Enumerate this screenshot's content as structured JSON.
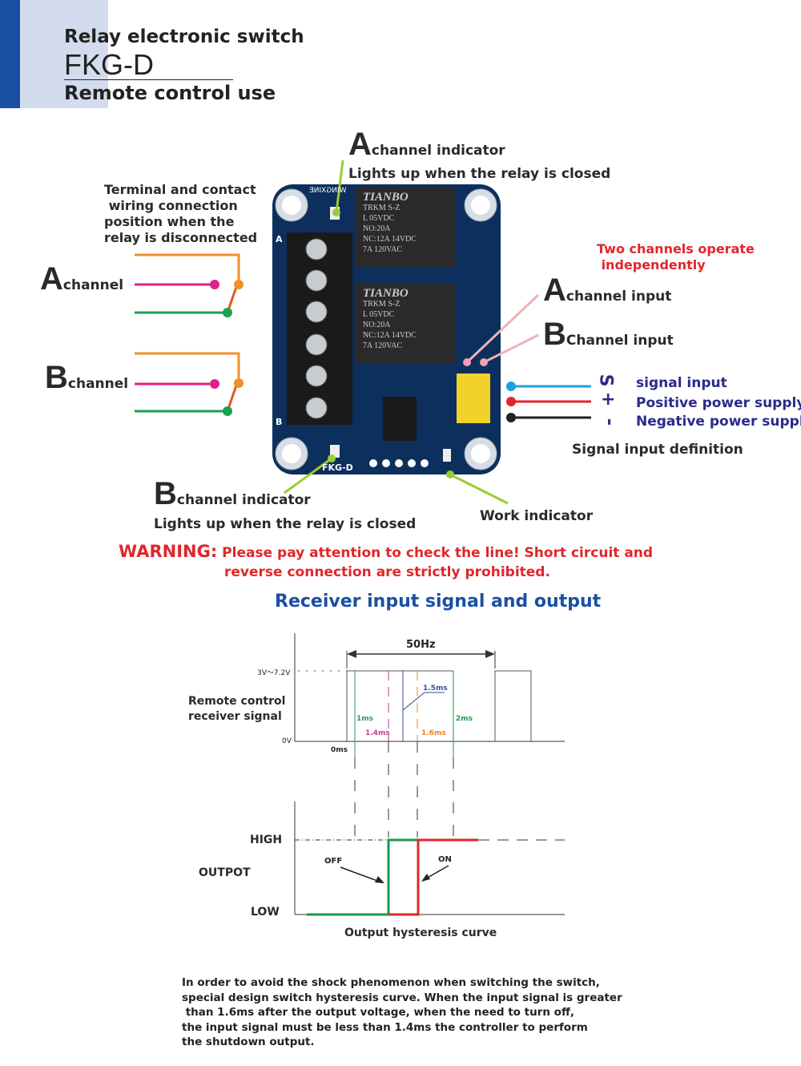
{
  "header": {
    "title": "Relay electronic switch",
    "model": "FKG-D",
    "subtitle": "Remote control use",
    "accent_color": "#1b4fa3",
    "panel_color": "#d3dcee"
  },
  "board": {
    "brand": "WINGXINE",
    "model_label": "FKG-D",
    "relays": [
      {
        "brand": "TIANBO",
        "lines": [
          "TRKM S-Z",
          "L 05VDC",
          "NO:20A",
          "NC:12A 14VDC",
          "7A 120VAC"
        ]
      },
      {
        "brand": "TIANBO",
        "lines": [
          "TRKM S-Z",
          "L 05VDC",
          "NO:20A",
          "NC:12A 14VDC",
          "7A 120VAC"
        ]
      }
    ],
    "side_labels": {
      "a": "A",
      "b": "B"
    },
    "pcb_color": "#0c2f5e"
  },
  "annotations": {
    "a_indicator": {
      "letter": "A",
      "text": "channel indicator",
      "sub": "Lights up when the relay is closed"
    },
    "b_indicator": {
      "letter": "B",
      "text": "channel indicator",
      "sub": "Lights up when the relay is closed"
    },
    "terminal_note": [
      "Terminal and contact",
      " wiring connection",
      "position when the",
      "relay is disconnected"
    ],
    "a_channel": {
      "letter": "A",
      "text": "channel"
    },
    "b_channel": {
      "letter": "B",
      "text": "channel"
    },
    "independent": [
      "Two channels operate",
      " independently"
    ],
    "a_input": {
      "letter": "A",
      "text": "channel input"
    },
    "b_input": {
      "letter": "B",
      "text": "Channel input"
    },
    "signals": [
      {
        "symbol": "S",
        "text": "signal input",
        "color": "#1ea0e0"
      },
      {
        "symbol": "+",
        "text": "Positive power supply",
        "color": "#e0262a"
      },
      {
        "symbol": "-",
        "text": "Negative power supply",
        "color": "#222222"
      }
    ],
    "signal_def": "Signal input definition",
    "work_indicator": "Work indicator"
  },
  "warning": {
    "label": "WARNING:",
    "line1": " Please pay attention to check the line! Short circuit and",
    "line2": "reverse connection are strictly prohibited."
  },
  "section_title": "Receiver input signal and output",
  "timing": {
    "ylabel": [
      "Remote control",
      "receiver signal"
    ],
    "high_label": "3V～7.2V",
    "low_label": "0V",
    "origin": "0ms",
    "period": "50Hz",
    "marks": [
      {
        "label": "1ms",
        "color": "#3a8f7a"
      },
      {
        "label": "1.4ms",
        "color": "#c0408a"
      },
      {
        "label": "1.5ms",
        "color": "#3a4f8f"
      },
      {
        "label": "1.6ms",
        "color": "#e8832a"
      },
      {
        "label": "2ms",
        "color": "#1a9a4a"
      }
    ]
  },
  "output": {
    "ylabel": "OUTPOT",
    "high": "HIGH",
    "low": "LOW",
    "off": "OFF",
    "on": "ON",
    "caption": "Output hysteresis curve",
    "off_color": "#1a9a4a",
    "on_color": "#e0262a"
  },
  "description": [
    "In order to avoid the shock phenomenon when switching the switch,",
    "special design switch hysteresis curve. When the input signal is greater",
    " than 1.6ms after the output voltage, when the need to turn off,",
    "the input signal must be less than 1.4ms the controller to perform",
    "the shutdown output."
  ]
}
